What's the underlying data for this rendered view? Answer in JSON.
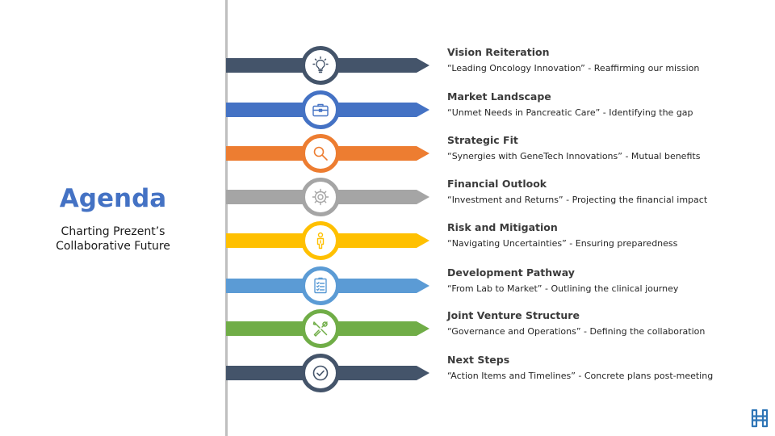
{
  "agenda": {
    "title": "Agenda",
    "subtitle_line1": "Charting Prezent’s",
    "subtitle_line2": "Collaborative Future"
  },
  "items": [
    {
      "title": "Vision Reiteration",
      "desc": "“Leading Oncology Innovation” - Reaffirming our mission",
      "color": "#44546a",
      "icon": "lightbulb-icon"
    },
    {
      "title": "Market Landscape",
      "desc": "“Unmet Needs in Pancreatic Care” - Identifying the gap",
      "color": "#4472c4",
      "icon": "briefcase-icon"
    },
    {
      "title": "Strategic Fit",
      "desc": "“Synergies with GeneTech Innovations” - Mutual benefits",
      "color": "#ed7d31",
      "icon": "magnifier-icon"
    },
    {
      "title": "Financial Outlook",
      "desc": "“Investment and Returns” - Projecting the financial impact",
      "color": "#a5a5a5",
      "icon": "gear-icon"
    },
    {
      "title": "Risk and Mitigation",
      "desc": "“Navigating Uncertainties” - Ensuring preparedness",
      "color": "#ffc000",
      "icon": "person-icon"
    },
    {
      "title": "Development Pathway",
      "desc": "“From Lab to Market” - Outlining the clinical journey",
      "color": "#5b9bd5",
      "icon": "checklist-icon"
    },
    {
      "title": "Joint Venture Structure",
      "desc": "“Governance and Operations” - Defining the collaboration",
      "color": "#70ad47",
      "icon": "tools-icon"
    },
    {
      "title": "Next Steps",
      "desc": "“Action Items and Timelines” - Concrete plans post-meeting",
      "color": "#44546a",
      "icon": "check-circle-icon"
    }
  ],
  "colors": {
    "title": "#4472c4",
    "divider": "#bfbfbf",
    "logo": "#2e75b6"
  }
}
